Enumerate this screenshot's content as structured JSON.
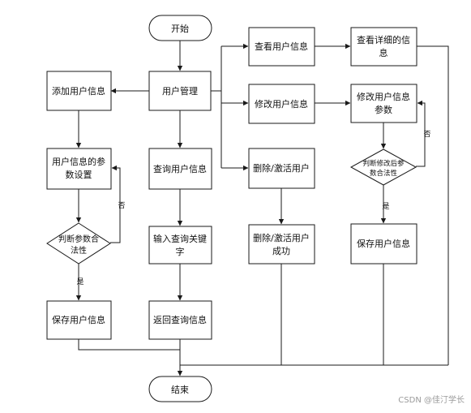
{
  "nodes": {
    "start": "开始",
    "user_mgmt": "用户管理",
    "add_user": "添加用户信息",
    "param_set": [
      "用户信息的参",
      "数设置"
    ],
    "validate": [
      "判断参数合",
      "法性"
    ],
    "save_left": "保存用户信息",
    "query": "查询用户信息",
    "input_kw": [
      "输入查询关键",
      "字"
    ],
    "return_query": "返回查询信息",
    "view": "查看用户信息",
    "view_detail": [
      "查看详细的信",
      "息"
    ],
    "modify": "修改用户信息",
    "modify_param": [
      "修改用户信息",
      "参数"
    ],
    "validate_mod": [
      "判断修改后参",
      "数合法性"
    ],
    "save_right": "保存用户信息",
    "delete": "删除/激活用户",
    "delete_ok": [
      "删除/激活用户",
      "成功"
    ],
    "end": "结束"
  },
  "edge_labels": {
    "no_left": "否",
    "yes_left": "是",
    "no_right": "否",
    "yes_right": "是"
  },
  "watermark": "CSDN @佳汀学长"
}
